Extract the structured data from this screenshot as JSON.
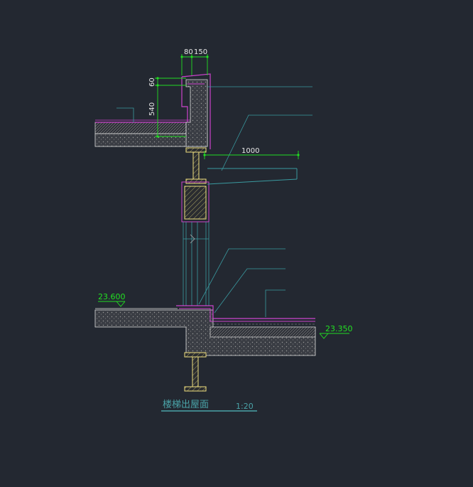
{
  "drawing": {
    "title": "楼梯出屋面",
    "scale": "1:20",
    "colors": {
      "background": "#232831",
      "concrete_outline": "#e0e0e0",
      "membrane": "#cc44cc",
      "leader": "#3a9aa0",
      "dimension": "#22dd22",
      "steel": "#f0e080",
      "text": "#e8e8e8"
    }
  },
  "dimensions": {
    "top_width_a": "80",
    "top_width_b": "150",
    "parapet_top": "60",
    "parapet_height": "540",
    "overhang": "1000"
  },
  "levels": {
    "upper": "23.600",
    "lower": "23.350"
  }
}
